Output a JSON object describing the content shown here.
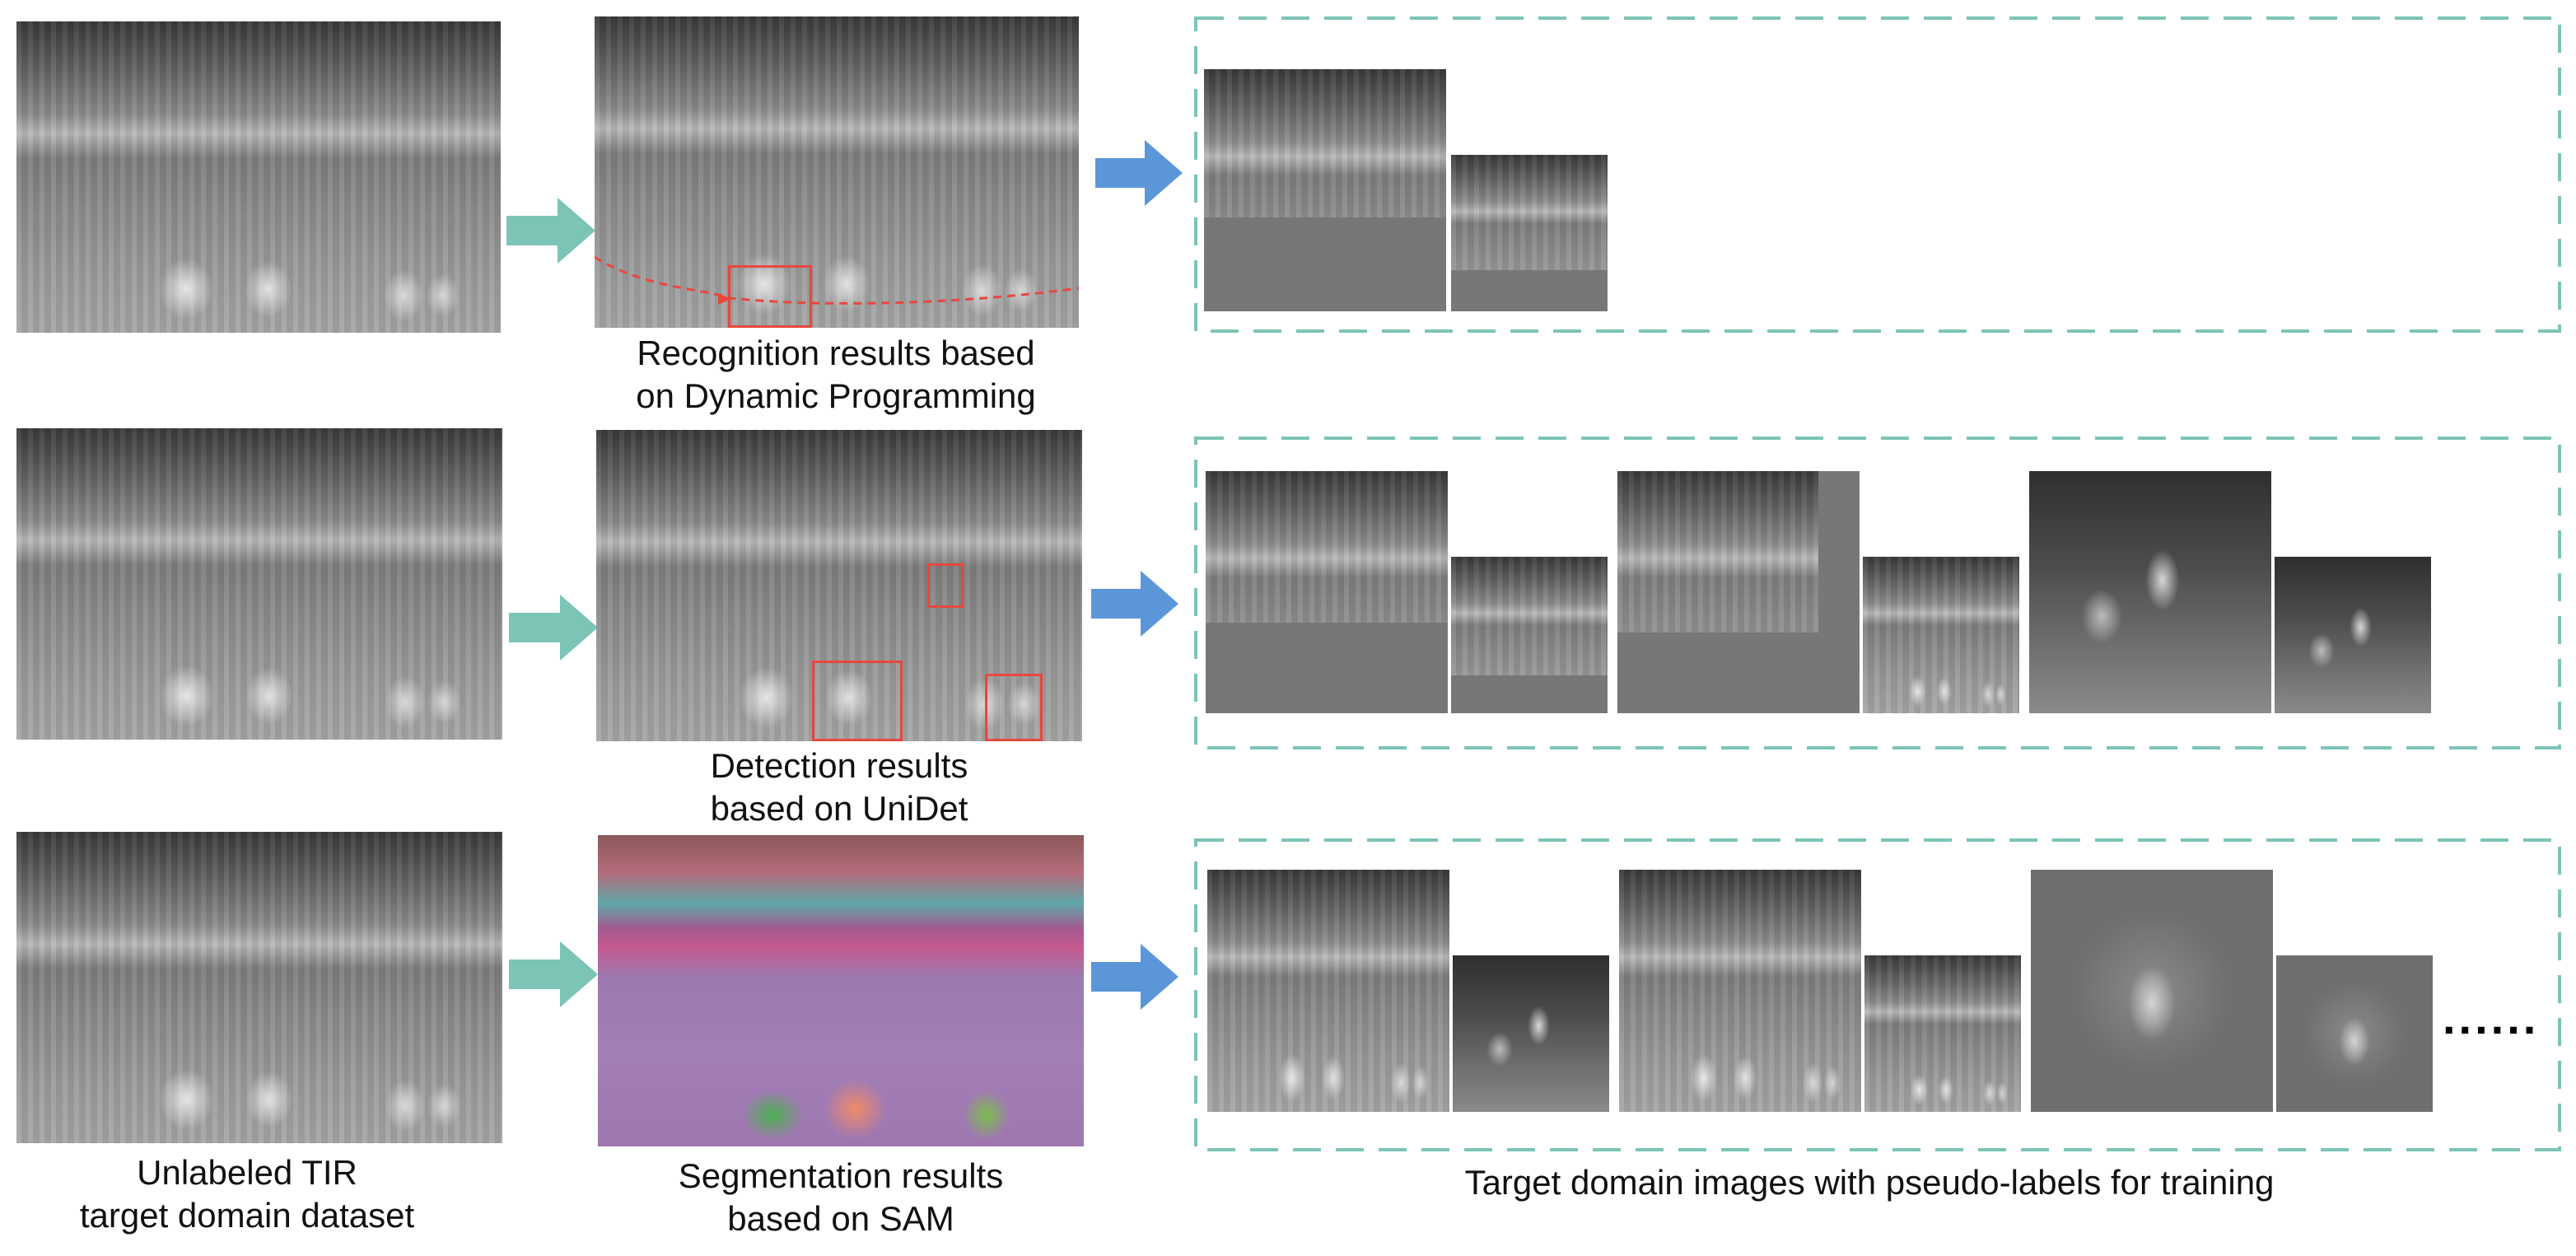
{
  "captions": {
    "unlabeled_dataset": "Unlabeled TIR\ntarget domain dataset",
    "recognition": "Recognition results based\non Dynamic Programming",
    "detection": "Detection results\nbased on UniDet",
    "segmentation": "Segmentation results\nbased on SAM",
    "target_images": "Target domain images with pseudo-labels for training"
  },
  "continuation_marker": "......",
  "colors": {
    "green_arrow": "#7cc4b6",
    "blue_arrow": "#5b96d9",
    "dashed_border": "#7cc4b6",
    "red_box": "#e8473f"
  }
}
